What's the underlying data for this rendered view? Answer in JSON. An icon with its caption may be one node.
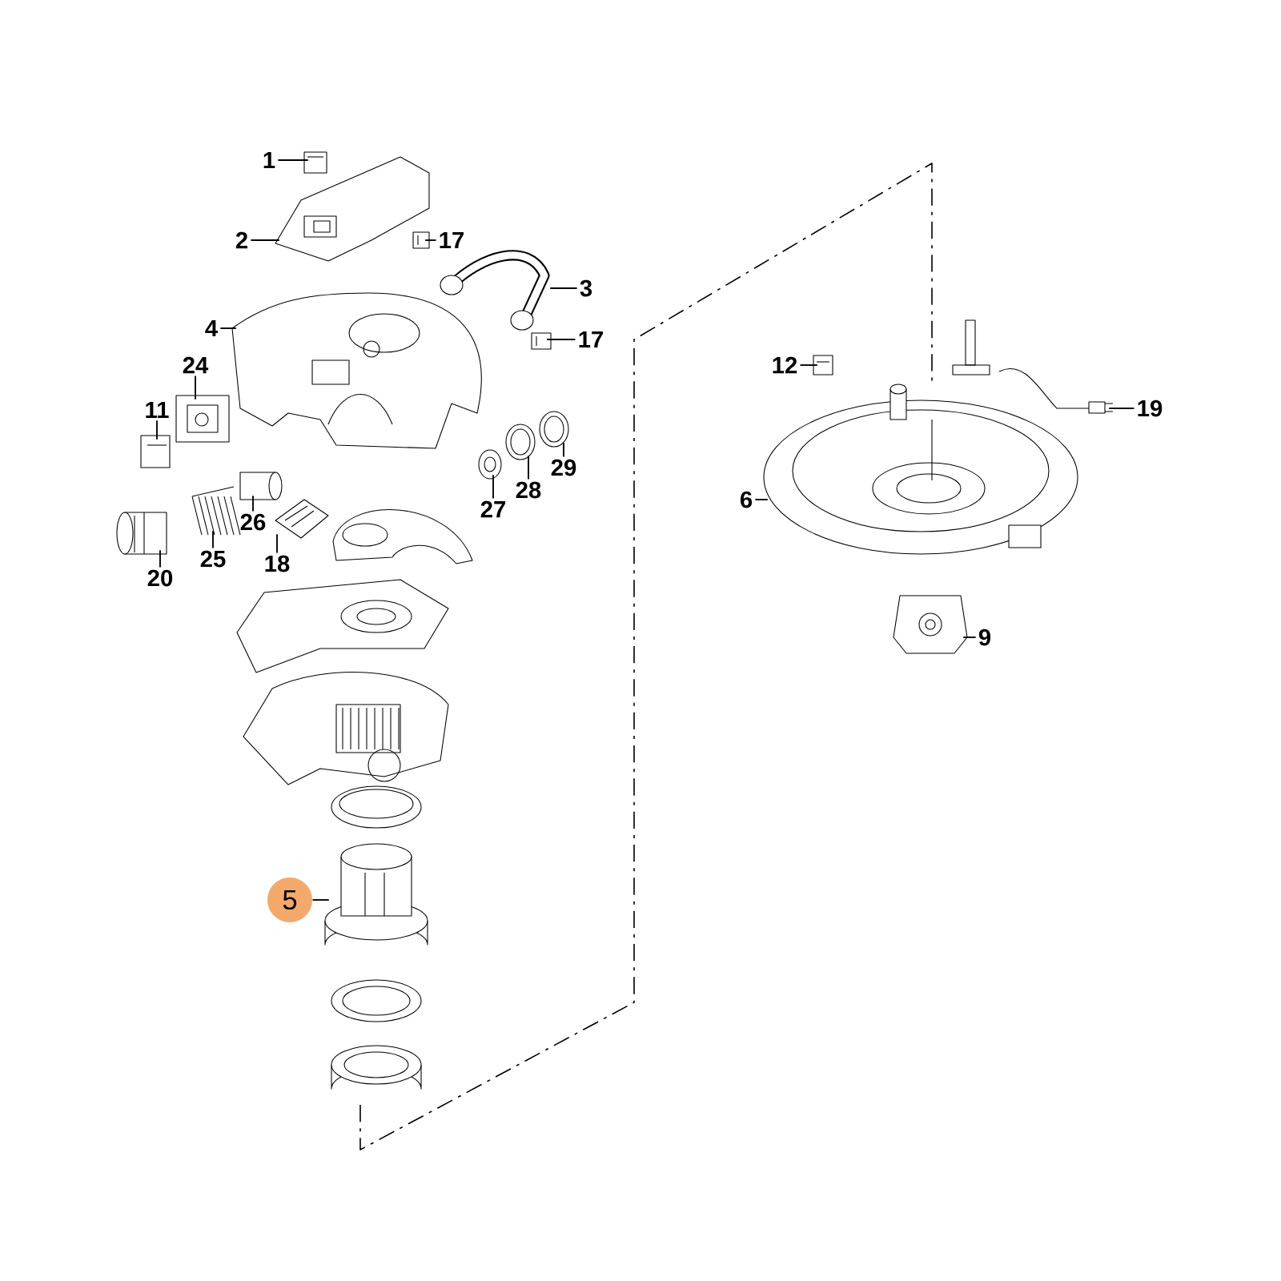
{
  "diagram": {
    "nodes": [
      {
        "text": [
          "1"
        ]
      },
      {
        "text": [
          "2"
        ]
      },
      {
        "text": [
          "17"
        ]
      },
      {
        "text": [
          "3"
        ]
      },
      {
        "text": [
          "4"
        ]
      },
      {
        "text": [
          "17"
        ]
      },
      {
        "text": [
          "24"
        ]
      },
      {
        "text": [
          "11"
        ]
      },
      {
        "text": [
          "12"
        ]
      },
      {
        "text": [
          "19"
        ]
      },
      {
        "text": [
          "29"
        ]
      },
      {
        "text": [
          "28"
        ]
      },
      {
        "text": [
          "27"
        ]
      },
      {
        "text": [
          "6"
        ]
      },
      {
        "text": [
          "26"
        ]
      },
      {
        "text": [
          "25"
        ]
      },
      {
        "text": [
          "18"
        ]
      },
      {
        "text": [
          "20"
        ]
      },
      {
        "text": [
          "9"
        ]
      },
      {
        "text": [
          "5"
        ]
      },
      {
        "text": [],
        "shape": "picture"
      },
      {
        "text": [],
        "shape": "picture"
      },
      {
        "text": [],
        "shape": "picture"
      },
      {
        "text": [],
        "shape": "picture"
      },
      {
        "text": [],
        "shape": "picture"
      },
      {
        "text": [],
        "shape": "picture"
      },
      {
        "text": [],
        "shape": "picture"
      },
      {
        "text": [],
        "shape": "picture"
      },
      {
        "text": [],
        "shape": "picture"
      },
      {
        "text": [],
        "shape": "picture"
      },
      {
        "text": [],
        "shape": "picture"
      },
      {
        "text": [],
        "shape": "picture"
      },
      {
        "text": [],
        "shape": "picture"
      },
      {
        "text": [],
        "shape": "picture"
      },
      {
        "text": [],
        "shape": "cylinder"
      },
      {
        "text": [],
        "shape": "picture"
      },
      {
        "text": [],
        "shape": "picture"
      },
      {
        "text": [],
        "shape": "picture"
      },
      {
        "text": [],
        "shape": "picture"
      },
      {
        "text": [],
        "shape": "picture"
      }
    ],
    "edges": [
      {
        "from": 0,
        "to": 20,
        "arrow": "none"
      },
      {
        "from": 1,
        "to": 21,
        "arrow": "none"
      },
      {
        "from": 2,
        "to": 22,
        "arrow": "none"
      },
      {
        "from": 3,
        "to": 23,
        "arrow": "none"
      },
      {
        "from": 4,
        "to": 24,
        "arrow": "none"
      },
      {
        "from": 5,
        "to": 25,
        "arrow": "none"
      },
      {
        "from": 6,
        "to": 26,
        "arrow": "none"
      },
      {
        "from": 7,
        "to": 27,
        "arrow": "none"
      },
      {
        "from": 8,
        "to": 28,
        "arrow": "none"
      },
      {
        "from": 9,
        "to": 29,
        "arrow": "none"
      },
      {
        "from": 10,
        "to": 30,
        "arrow": "none"
      },
      {
        "from": 11,
        "to": 31,
        "arrow": "none"
      },
      {
        "from": 12,
        "to": 32,
        "arrow": "none"
      },
      {
        "from": 13,
        "to": 33,
        "arrow": "none"
      },
      {
        "from": 14,
        "to": 34,
        "arrow": "none"
      },
      {
        "from": 15,
        "to": 35,
        "arrow": "none"
      },
      {
        "from": 16,
        "to": 36,
        "arrow": "none"
      },
      {
        "from": 17,
        "to": 37,
        "arrow": "none"
      },
      {
        "from": 18,
        "to": 38,
        "arrow": "none"
      },
      {
        "from": 19,
        "to": 39,
        "arrow": "none"
      }
    ]
  }
}
